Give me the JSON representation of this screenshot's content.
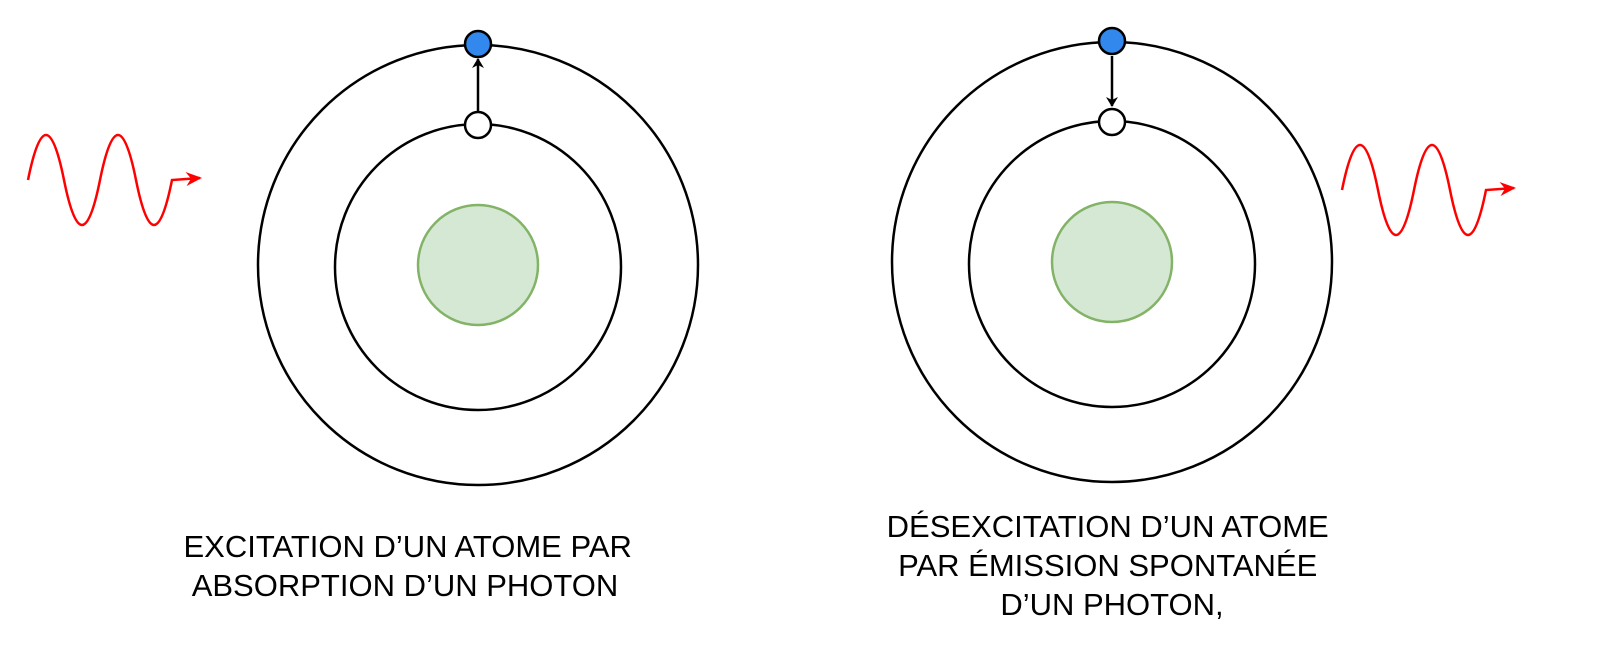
{
  "colors": {
    "orbit_stroke": "#000000",
    "nucleus_fill": "#d5e8d4",
    "nucleus_stroke": "#82b366",
    "electron_filled": "#3388ee",
    "electron_empty": "#ffffff",
    "photon": "#ff0000",
    "arrow": "#000000"
  },
  "left_panel": {
    "caption_lines": [
      "EXCITATION D’UN ATOME PAR",
      "ABSORPTION D’UN PHOTON"
    ],
    "transition": "up"
  },
  "right_panel": {
    "caption_lines": [
      "DÉSEXCITATION D’UN ATOME",
      "PAR ÉMISSION SPONTANÉE",
      "D’UN PHOTON,"
    ],
    "transition": "down"
  }
}
